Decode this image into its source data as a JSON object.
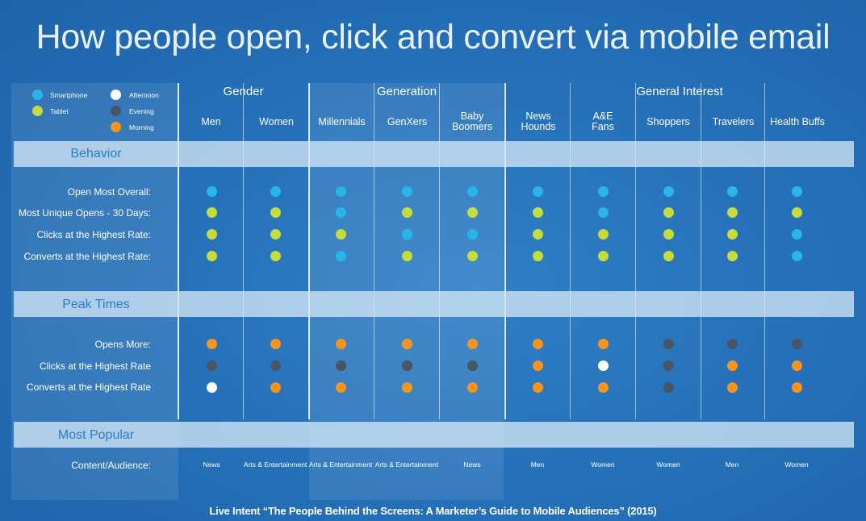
{
  "title": "How people open, click and convert via mobile email",
  "legend": [
    {
      "label": "Smartphone",
      "color": "#29b5e8"
    },
    {
      "label": "Tablet",
      "color": "#c5dc3c"
    },
    {
      "label": "Morning",
      "color": "#f7941d"
    },
    {
      "label": "Afternoon",
      "color": "#ffffff"
    },
    {
      "label": "Evening",
      "color": "#4a5462"
    }
  ],
  "groups": [
    "Gender",
    "Generation",
    "General Interest"
  ],
  "columns": [
    "Men",
    "Women",
    "Millennials",
    "GenXers",
    "Baby Boomers",
    "News Hounds",
    "A&E Fans",
    "Shoppers",
    "Travelers",
    "Health Buffs"
  ],
  "sections": {
    "behavior": "Behavior",
    "peak": "Peak Times",
    "popular": "Most Popular"
  },
  "chart_data": {
    "type": "table",
    "key": {
      "S": "Smartphone",
      "T": "Tablet",
      "M": "Morning",
      "A": "Afternoon",
      "E": "Evening"
    },
    "behavior_rows": [
      {
        "label": "Open Most Overall:",
        "values": [
          "S",
          "S",
          "S",
          "S",
          "S",
          "S",
          "S",
          "S",
          "S",
          "S"
        ]
      },
      {
        "label": "Most Unique Opens - 30 Days:",
        "values": [
          "T",
          "T",
          "S",
          "T",
          "T",
          "T",
          "S",
          "T",
          "T",
          "T"
        ]
      },
      {
        "label": "Clicks at the Highest Rate:",
        "values": [
          "T",
          "T",
          "T",
          "S",
          "S",
          "T",
          "T",
          "T",
          "T",
          "S"
        ]
      },
      {
        "label": "Converts at the Highest Rate:",
        "values": [
          "T",
          "T",
          "S",
          "T",
          "T",
          "T",
          "T",
          "T",
          "T",
          "S"
        ]
      }
    ],
    "peak_rows": [
      {
        "label": "Opens More:",
        "values": [
          "M",
          "M",
          "M",
          "M",
          "M",
          "M",
          "M",
          "E",
          "E",
          "E"
        ]
      },
      {
        "label": "Clicks at the Highest Rate",
        "values": [
          "E",
          "E",
          "E",
          "E",
          "E",
          "M",
          "A",
          "E",
          "M",
          "M"
        ]
      },
      {
        "label": "Converts at the Highest Rate",
        "values": [
          "A",
          "M",
          "M",
          "M",
          "M",
          "M",
          "M",
          "E",
          "M",
          "M"
        ]
      }
    ],
    "popular_row": {
      "label": "Content/Audience:",
      "values": [
        "News",
        "Arts & Entertainment",
        "Arts & Entertainment",
        "Arts & Entertainment",
        "News",
        "Men",
        "Women",
        "Women",
        "Men",
        "Women"
      ]
    }
  },
  "source": "Live Intent “The People Behind the Screens: A Marketer’s Guide to Mobile Audiences” (2015)"
}
